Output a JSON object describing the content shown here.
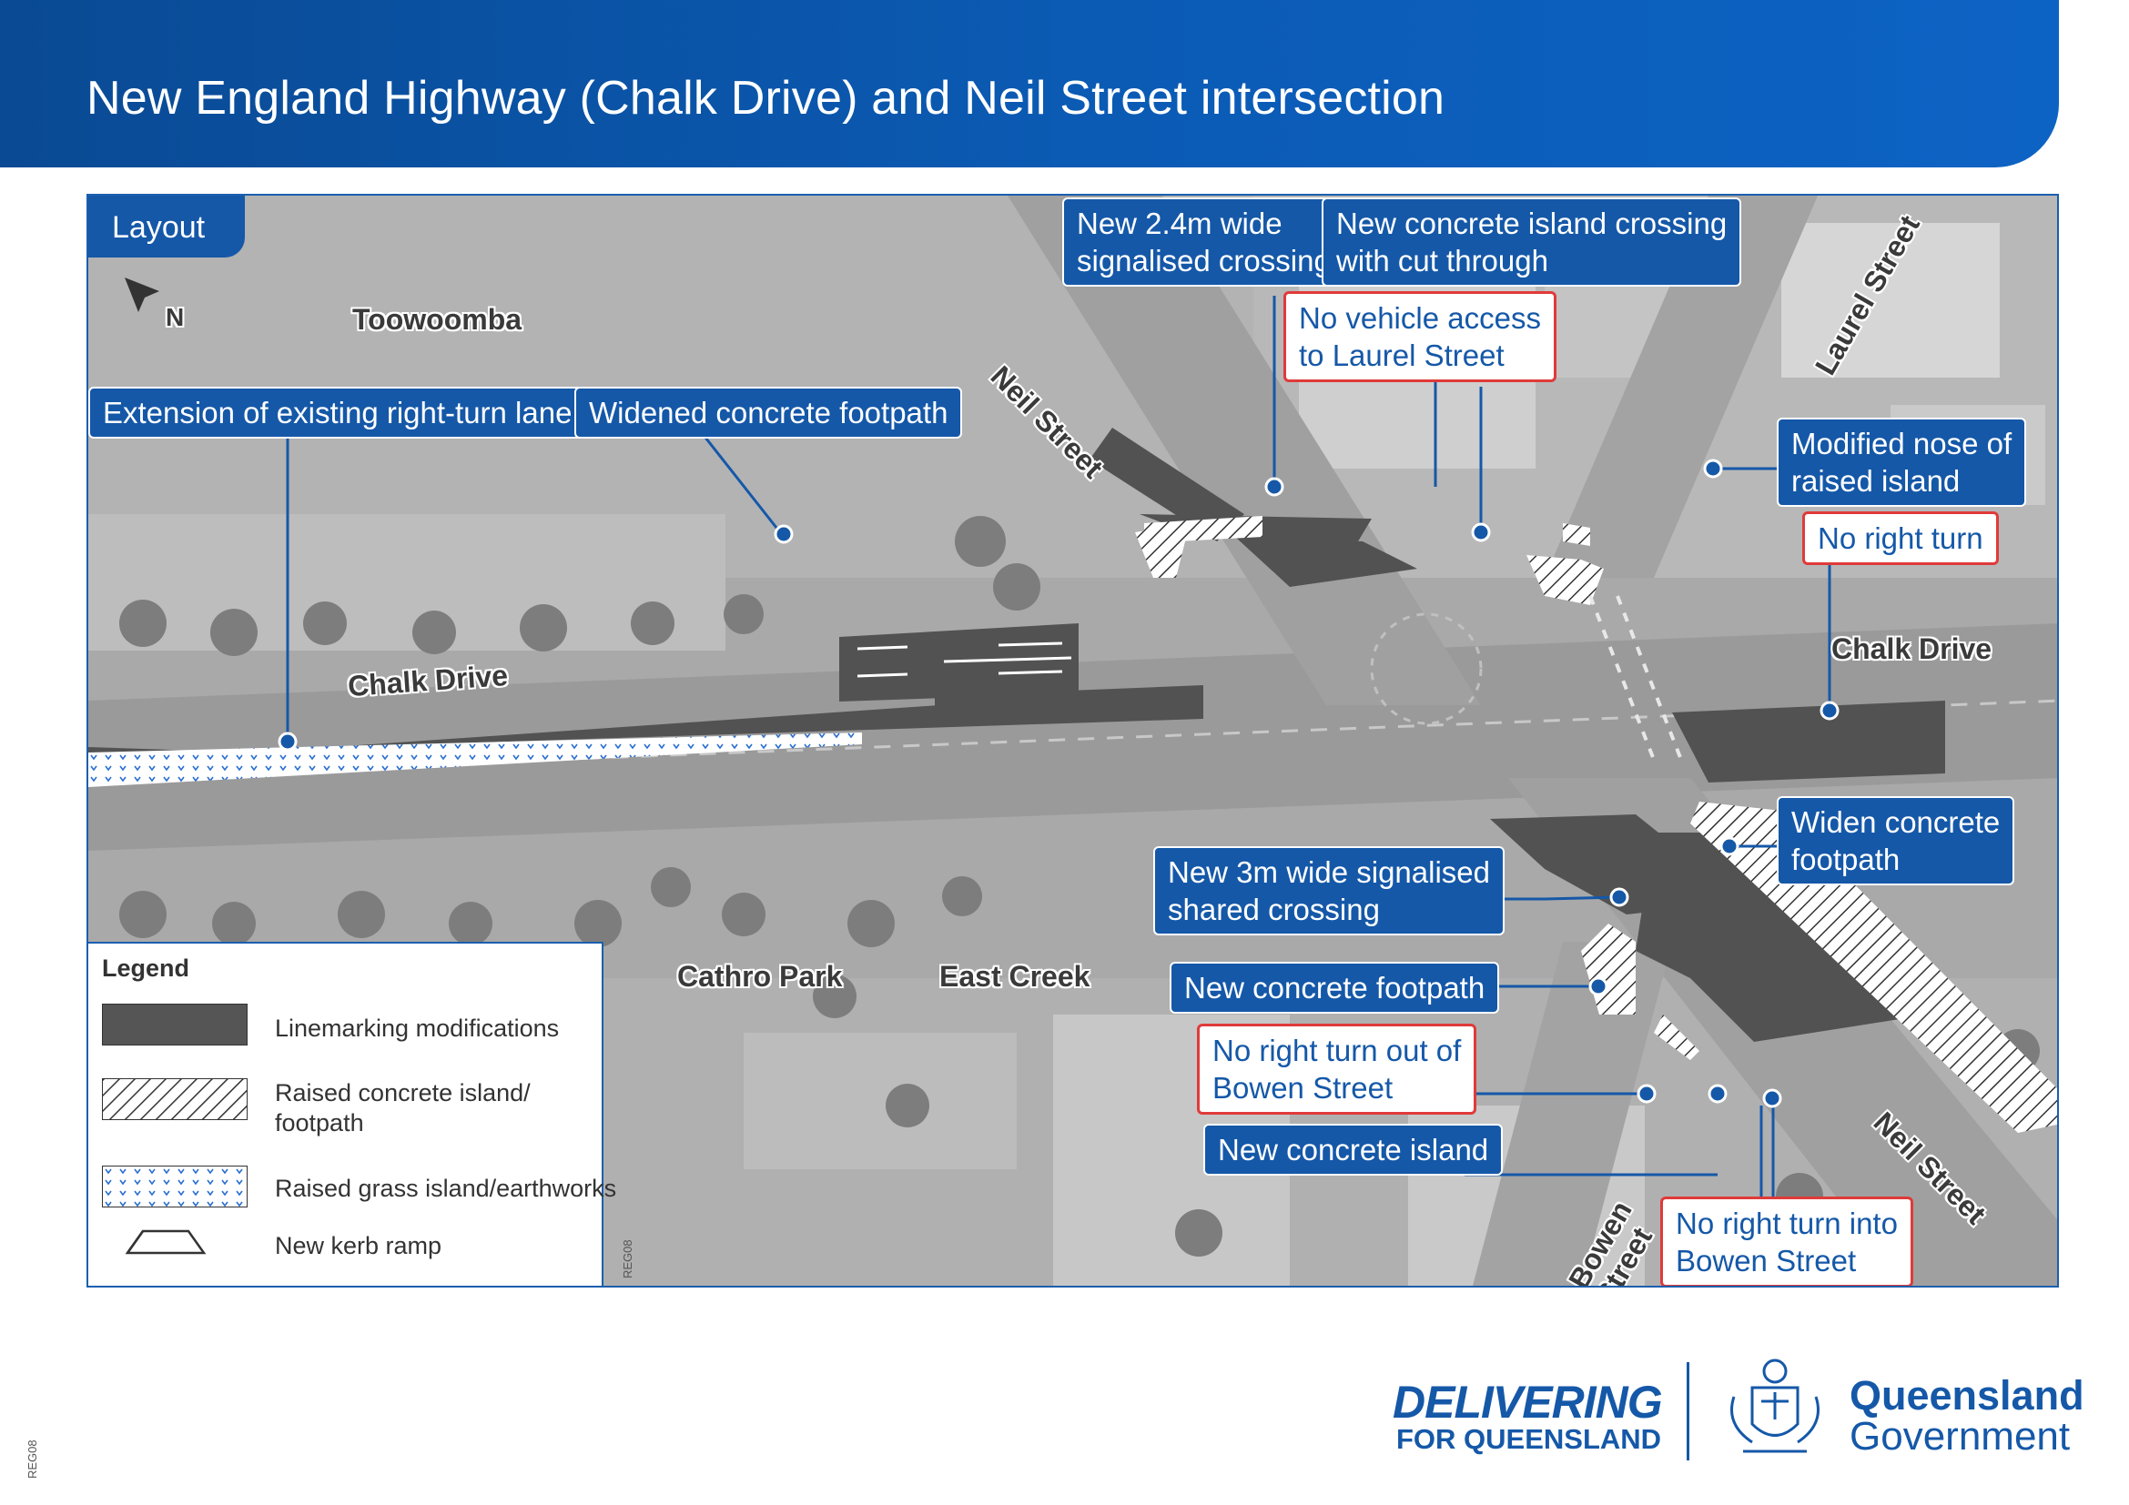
{
  "header": {
    "title": "New England Highway (Chalk Drive) and Neil Street intersection"
  },
  "map": {
    "tab_label": "Layout",
    "north_label": "N",
    "places": {
      "toowoomba": "Toowoomba",
      "chalk_drive_west": "Chalk Drive",
      "chalk_drive_east": "Chalk Drive",
      "neil_street_north": "Neil Street",
      "neil_street_south": "Neil Street",
      "laurel_street": "Laurel Street",
      "cathro_park": "Cathro Park",
      "east_creek": "East Creek",
      "bowen_street_1": "Bowen",
      "bowen_street_2": "Street"
    },
    "callouts": {
      "right_turn_lane": "Extension of existing right-turn lane",
      "widened_footpath": "Widened concrete footpath",
      "signalised_crossing_1": "New 2.4m wide",
      "signalised_crossing_2": "signalised crossing",
      "island_crossing_1": "New concrete island crossing",
      "island_crossing_2": "with cut through",
      "no_vehicle_access_1": "No vehicle access",
      "no_vehicle_access_2": "to Laurel Street",
      "modified_nose_1": "Modified nose of",
      "modified_nose_2": "raised island",
      "no_right_turn": "No right turn",
      "widen_footpath_1": "Widen concrete",
      "widen_footpath_2": "footpath",
      "shared_crossing_1": "New 3m wide signalised",
      "shared_crossing_2": "shared crossing",
      "new_footpath": "New concrete footpath",
      "no_right_out_1": "No right turn out of",
      "no_right_out_2": "Bowen Street",
      "new_island": "New concrete island",
      "no_right_into_1": "No right turn into",
      "no_right_into_2": "Bowen Street"
    },
    "map_ref": "REG08"
  },
  "legend": {
    "title": "Legend",
    "items": [
      {
        "label": "Linemarking modifications"
      },
      {
        "label_1": "Raised concrete island/",
        "label_2": "footpath"
      },
      {
        "label": "Raised grass island/earthworks"
      },
      {
        "label": "New kerb ramp"
      }
    ]
  },
  "footer": {
    "delivering_1": "DELIVERING",
    "delivering_2": "FOR QUEENSLAND",
    "qld_1": "Queensland",
    "qld_2": "Government",
    "page_ref": "REG08"
  },
  "colors": {
    "brand_blue": "#1558a8",
    "alert_red": "#e03a3a",
    "linemarking": "#555555"
  },
  "icons": [
    "north-arrow-icon",
    "kerb-ramp-icon",
    "queensland-crest-icon"
  ]
}
